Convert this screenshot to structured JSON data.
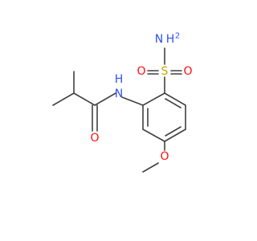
{
  "molecule": {
    "atoms": {
      "n_sulfonamide": {
        "text": "N",
        "color": "#3050F8",
        "h_text": "H",
        "h_count": "2"
      },
      "s": {
        "text": "S",
        "color": "#C8A800"
      },
      "o_s_left": {
        "text": "O",
        "color": "#FF0D0D"
      },
      "o_s_right": {
        "text": "O",
        "color": "#FF0D0D"
      },
      "n_amide": {
        "text": "N",
        "color": "#3050F8",
        "h_text": "H"
      },
      "o_amide": {
        "text": "O",
        "color": "#FF0D0D"
      },
      "o_methoxy": {
        "text": "O",
        "color": "#FF0D0D"
      }
    },
    "bond_color": "#404040",
    "background": "#FFFFFF"
  }
}
